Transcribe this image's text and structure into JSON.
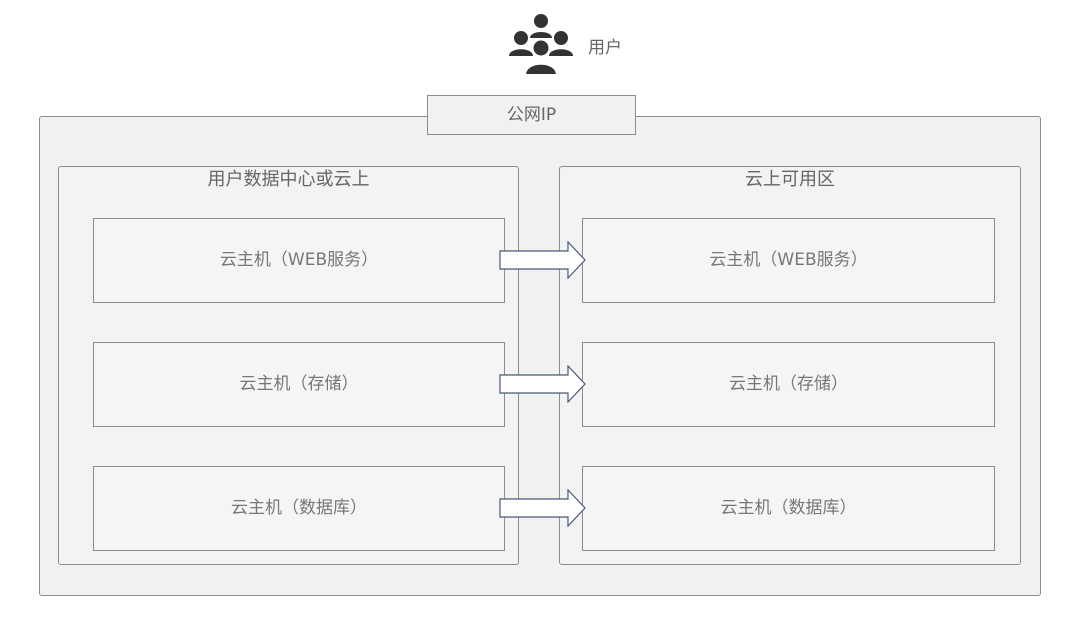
{
  "users": {
    "label": "用户",
    "icon": "users-group-icon"
  },
  "public_ip": {
    "label": "公网IP"
  },
  "zones": [
    {
      "title": "用户数据中心或云上",
      "hosts": [
        "云主机（WEB服务）",
        "云主机（存储）",
        "云主机（数据库）"
      ]
    },
    {
      "title": "云上可用区",
      "hosts": [
        "云主机（WEB服务）",
        "云主机（存储）",
        "云主机（数据库）"
      ]
    }
  ],
  "arrow_icon": "right-arrow-icon",
  "colors": {
    "border": "#8c8c8c",
    "panel_fill": "#f1f1f1",
    "text": "#666666",
    "arrow_stroke": "#4a5a78",
    "icon": "#333333"
  }
}
